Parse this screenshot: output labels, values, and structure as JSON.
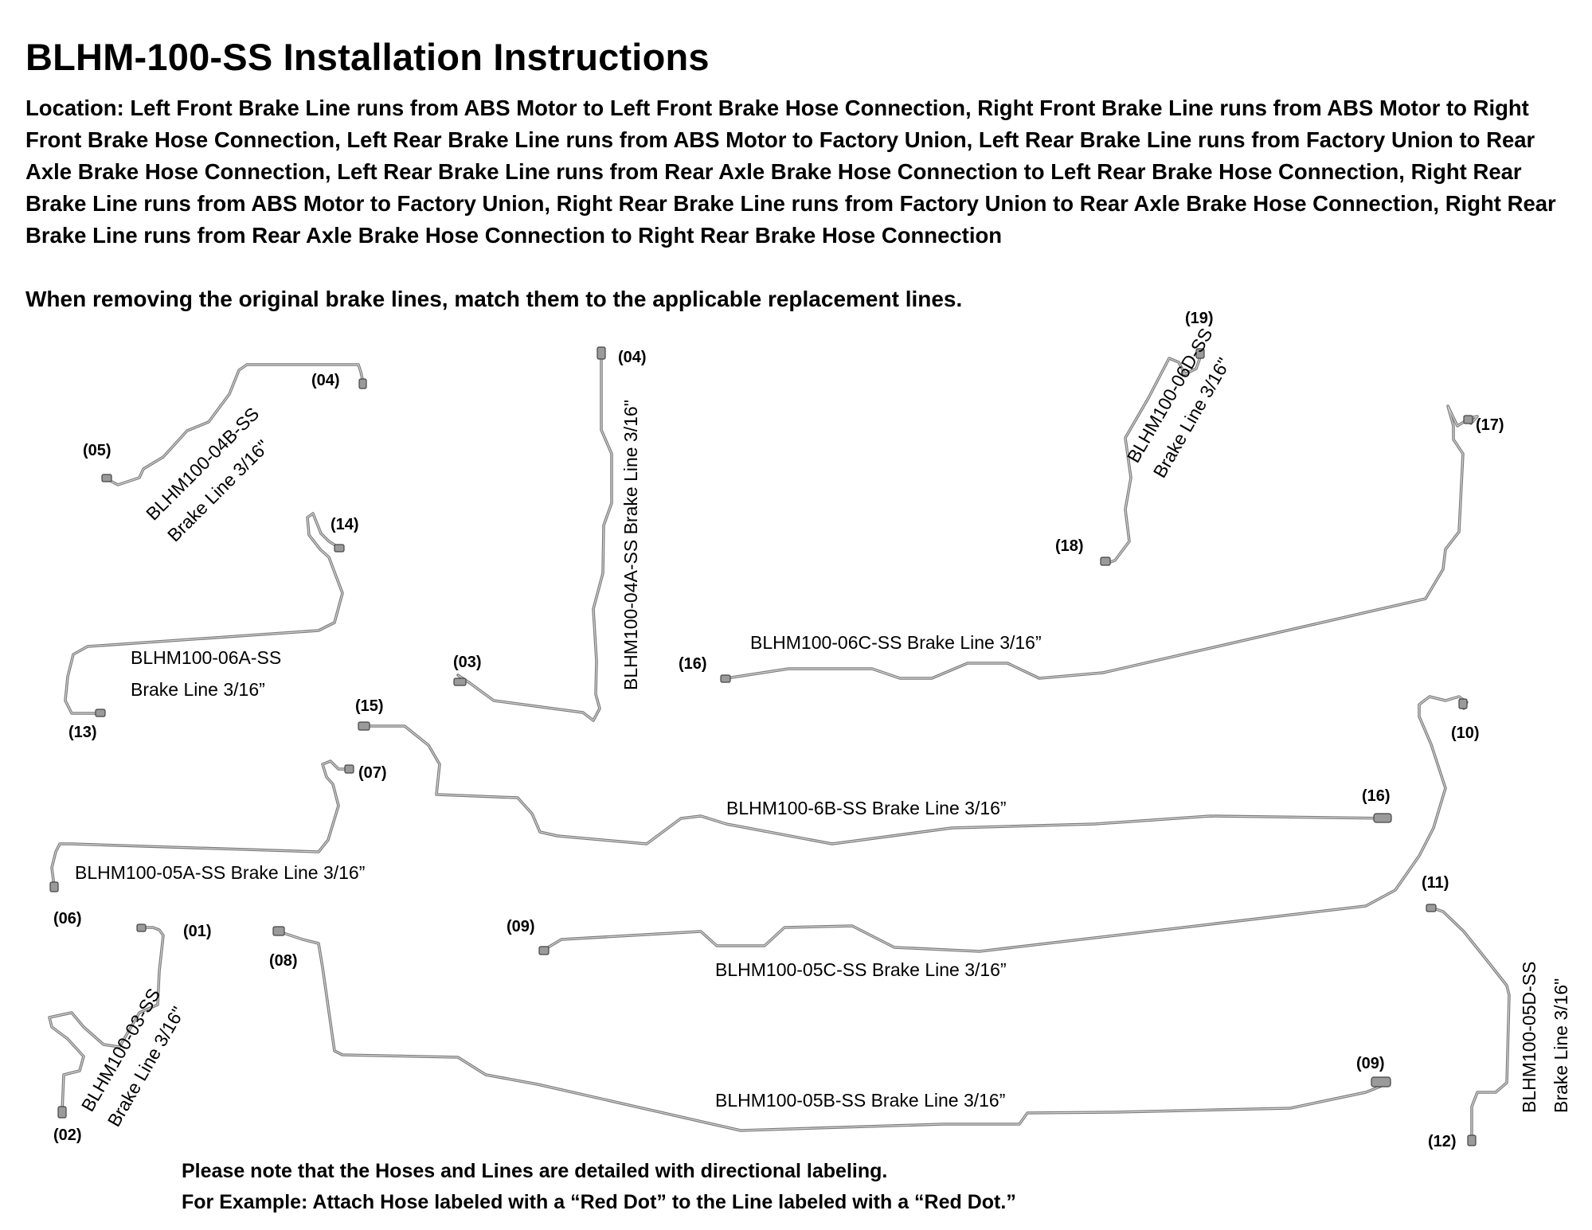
{
  "title": "BLHM-100-SS Installation Instructions",
  "location_text": "Location: Left Front Brake Line runs from ABS Motor to Left Front Brake Hose Connection, Right Front Brake Line runs from ABS Motor to Right Front Brake Hose Connection, Left Rear Brake Line runs from ABS Motor to Factory Union, Left Rear Brake Line runs from Factory Union to Rear Axle Brake Hose Connection, Left Rear Brake Line runs from Rear Axle Brake Hose Connection to Left Rear Brake Hose Connection, Right Rear Brake Line runs from ABS Motor to Factory Union, Right Rear Brake Line runs from Factory Union to Rear Axle Brake Hose Connection, Right Rear Brake Line runs from Rear Axle Brake Hose Connection to Right Rear Brake Hose Connection",
  "removing_text": "When removing the original brake lines, match them to the applicable replacement lines.",
  "notes": {
    "line1": "Please note that the Hoses and Lines are detailed with directional labeling.",
    "line2": "For Example: Attach Hose labeled with a “Red Dot” to the Line labeled with a “Red Dot.”"
  },
  "line_labels": {
    "l04b_a": "BLHM100-04B-SS",
    "l04b_b": "Brake Line 3/16\"",
    "l04a": "BLHM100-04A-SS Brake Line 3/16\"",
    "l06d_a": "BLHM100-06D-SS",
    "l06d_b": "Brake Line 3/16\"",
    "l06a_a": "BLHM100-06A-SS",
    "l06a_b": "Brake Line 3/16”",
    "l06c": "BLHM100-06C-SS Brake Line 3/16”",
    "l6b": "BLHM100-6B-SS Brake Line 3/16”",
    "l05a": "BLHM100-05A-SS Brake Line 3/16”",
    "l05c": "BLHM100-05C-SS Brake Line 3/16”",
    "l03_a": "BLHM100-03-SS",
    "l03_b": "Brake Line 3/16\"",
    "l05b": "BLHM100-05B-SS Brake Line 3/16”",
    "l05d_a": "BLHM100-05D-SS",
    "l05d_b": "Brake Line 3/16\""
  },
  "points": {
    "p04a": "(04)",
    "p04b": "(04)",
    "p05": "(05)",
    "p19": "(19)",
    "p17": "(17)",
    "p18": "(18)",
    "p14": "(14)",
    "p13": "(13)",
    "p03": "(03)",
    "p16a": "(16)",
    "p15": "(15)",
    "p16b": "(16)",
    "p07": "(07)",
    "p10": "(10)",
    "p06": "(06)",
    "p11": "(11)",
    "p09a": "(09)",
    "p01": "(01)",
    "p08": "(08)",
    "p02": "(02)",
    "p09b": "(09)",
    "p12": "(12)"
  }
}
